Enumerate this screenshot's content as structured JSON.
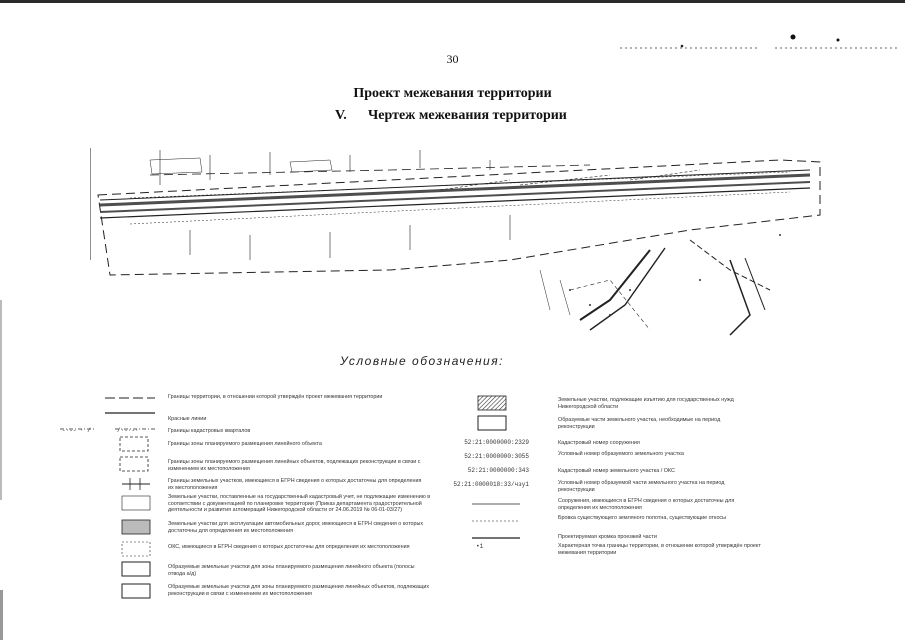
{
  "page": {
    "number": "30",
    "title": "Проект межевания территории",
    "section_number": "V.",
    "section_title": "Чертеж межевания территории"
  },
  "legend": {
    "title": "Условные обозначения:",
    "left": [
      {
        "text": "Границы территории, в отношении которой утверждён проект межевания территории"
      },
      {
        "text": "Красные линии"
      },
      {
        "text": "Границы кадастровых кварталов"
      },
      {
        "text": "Границы зоны планируемого размещения линейного объекта"
      },
      {
        "text": "Границы зоны планируемого размещения линейных объектов, подлежащих реконструкции в связи с изменением их местоположения"
      },
      {
        "text": "Границы земельных участков, имеющиеся в ЕГРН сведения о которых достаточны для определения их местоположения"
      },
      {
        "text": "Земельные участки, поставленные на государственный кадастровый учет, не подлежащие изменению в соответствии с документацией по планировке территории (Приказ департамента градостроительной деятельности и развития агломераций Нижегородской области от 24.06.2019 № 06-01-03/27)"
      },
      {
        "text": "Земельные участки для эксплуатации автомобильных дорог, имеющиеся в ЕГРН сведения о которых достаточны для определения их местоположения"
      },
      {
        "text": "ОКС, имеющиеся в ЕГРН сведения о которых достаточны для определения их местоположения"
      },
      {
        "text": "Образуемые земельные участки для зоны планируемого размещения линейного объекта (полосы отвода а/д)"
      },
      {
        "text": "Образуемые земельные участки для зоны планируемого размещения линейных объектов, подлежащих реконструкции в связи с изменением их местоположения"
      }
    ],
    "right": [
      {
        "code": "",
        "text": "Земельные участки, подлежащие изъятию для государственных нужд Нижегородской области"
      },
      {
        "code": "",
        "text": "Образуемые части земельного участка, необходимые на период реконструкции"
      },
      {
        "code": "52:21:0000000:2329",
        "text": "Кадастровый номер сооружения"
      },
      {
        "code": "52:21:0000000:3055",
        "text": "Условный номер образуемого земельного участка"
      },
      {
        "code": "52:21:0000000:343",
        "text": "Кадастровый номер земельного участка / ОКС"
      },
      {
        "code": "52:21:0000018:33/чзу1",
        "text": "Условный номер образуемой части земельного участка на период реконструкции"
      },
      {
        "code": "",
        "text": "Сооружения, имеющиеся в ЕГРН сведения о которых достаточны для определения их местоположения"
      },
      {
        "code": "",
        "text": "Бровка существующего земляного полотна, существующие откосы"
      },
      {
        "code": "",
        "text": "Проектируемая кромка проезжей части"
      },
      {
        "code": "•1",
        "text": "Характерная точка границы территории, в отношении которой утверждён проект межевания территории"
      }
    ]
  }
}
